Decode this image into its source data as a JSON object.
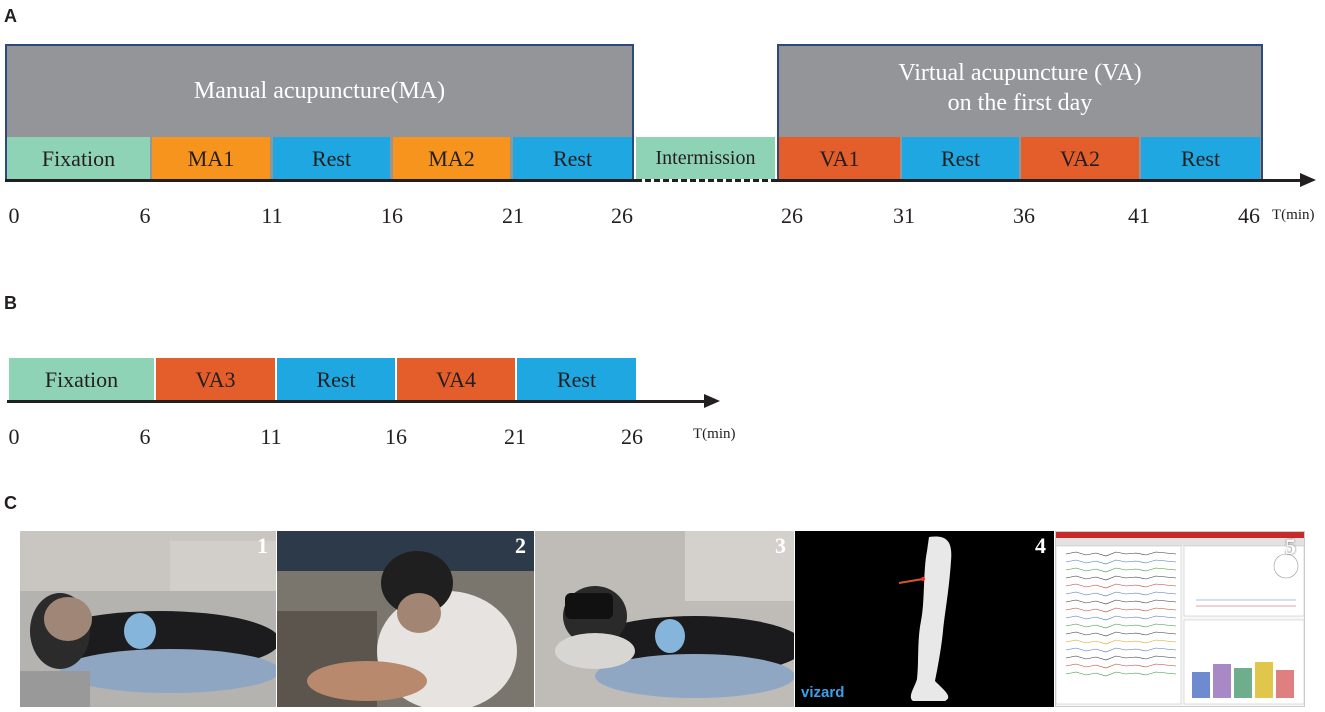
{
  "panels": {
    "a": {
      "letter": "A",
      "ma_title": "Manual acupuncture(MA)",
      "va_title_line1": "Virtual acupuncture (VA)",
      "va_title_line2": "on the first day",
      "segments": [
        "Fixation",
        "MA1",
        "Rest",
        "MA2",
        "Rest",
        "Intermission",
        "VA1",
        "Rest",
        "VA2",
        "Rest"
      ],
      "ticks": [
        "0",
        "6",
        "11",
        "16",
        "21",
        "26",
        "26",
        "31",
        "36",
        "41",
        "46"
      ],
      "unit": "T(min)"
    },
    "b": {
      "letter": "B",
      "segments": [
        "Fixation",
        "VA3",
        "Rest",
        "VA4",
        "Rest"
      ],
      "ticks": [
        "0",
        "6",
        "11",
        "16",
        "21",
        "26"
      ],
      "unit": "T(min)"
    },
    "c": {
      "letter": "C",
      "photo_numbers": [
        "1",
        "2",
        "3",
        "4",
        "5"
      ],
      "software_logo": "vizard"
    }
  },
  "colors": {
    "fixation": "#8fd3b6",
    "manual": "#f7941d",
    "rest": "#1ea7e1",
    "virtual": "#e35e2a",
    "header": "#939598",
    "header_border": "#2e4a7d"
  }
}
